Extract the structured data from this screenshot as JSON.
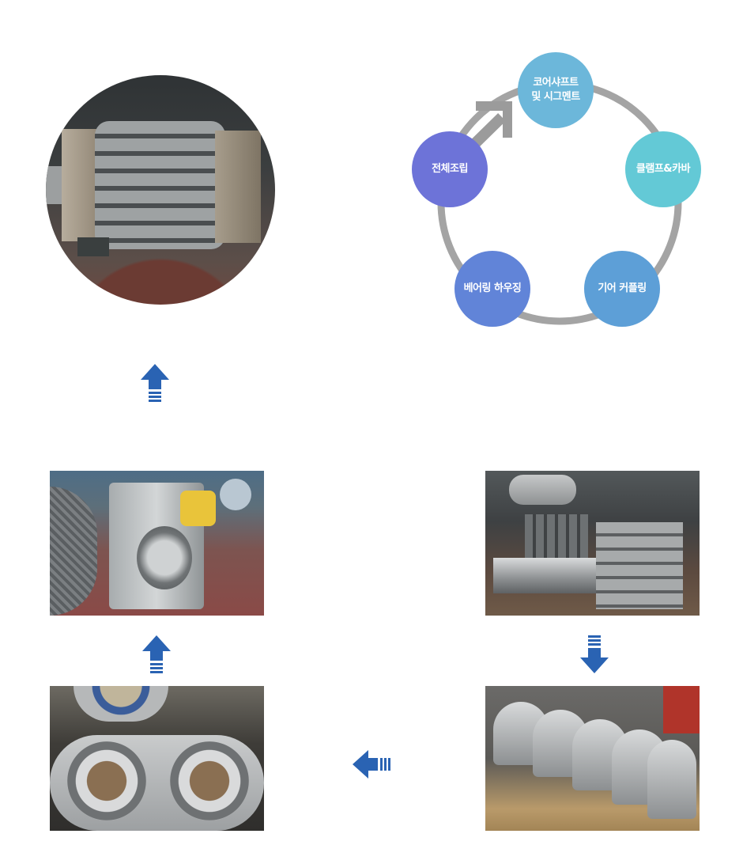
{
  "cycle": {
    "nodes": [
      {
        "id": "core",
        "label": "코어샤프트\n및 시그멘트",
        "color": "#6cb7da"
      },
      {
        "id": "clamp",
        "label": "클램프&카바",
        "color": "#63c9d6"
      },
      {
        "id": "gear",
        "label": "기어 커플링",
        "color": "#5d9fd7"
      },
      {
        "id": "bearing",
        "label": "베어링 하우징",
        "color": "#6184d8"
      },
      {
        "id": "assembly",
        "label": "전체조립",
        "color": "#6d73d8"
      }
    ],
    "ring_color": "#a4a4a4",
    "arrow_color": "#9b9b9b"
  },
  "photos": [
    {
      "id": "assembled-roll",
      "subject": "assembled core roll"
    },
    {
      "id": "bearing-housing",
      "subject": "bearing housing frame"
    },
    {
      "id": "core-shaft",
      "subject": "core shaft with segments"
    },
    {
      "id": "gear-coupling",
      "subject": "gear coupling parts"
    },
    {
      "id": "segments",
      "subject": "segments"
    }
  ],
  "flow_arrow_color": "#2a63b3"
}
